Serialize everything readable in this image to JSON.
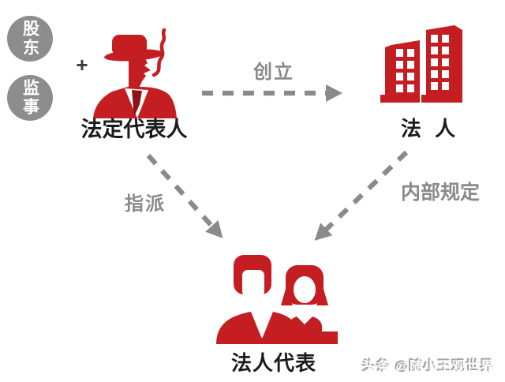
{
  "colors": {
    "red": "#c41e23",
    "dark_red": "#8e1118",
    "arrow_gray": "#8a8a8a",
    "label_gray": "#8a8a8a",
    "badge_gray": "#8d8d8d",
    "text_black": "#1b1b1b",
    "watermark_gray": "#a5a5a5"
  },
  "badges": [
    {
      "label": "股东"
    },
    {
      "label": "监事"
    }
  ],
  "plus": "+",
  "nodes": {
    "legal_representative": {
      "label": "法定代表人",
      "icon": "man-in-fedora-smoking-icon"
    },
    "legal_person": {
      "label": "法 人",
      "icon": "office-buildings-icon"
    },
    "corporate_representative": {
      "label": "法人代表",
      "icon": "man-and-woman-icon"
    }
  },
  "edges": {
    "create": {
      "label": "创立",
      "from": "legal_representative",
      "to": "legal_person"
    },
    "appoint": {
      "label": "指派",
      "from": "legal_representative",
      "to": "corporate_representative"
    },
    "internal_rules": {
      "label": "内部规定",
      "from": "legal_person",
      "to": "corporate_representative"
    }
  },
  "watermark": {
    "text": "头条 @随小王观世界"
  }
}
